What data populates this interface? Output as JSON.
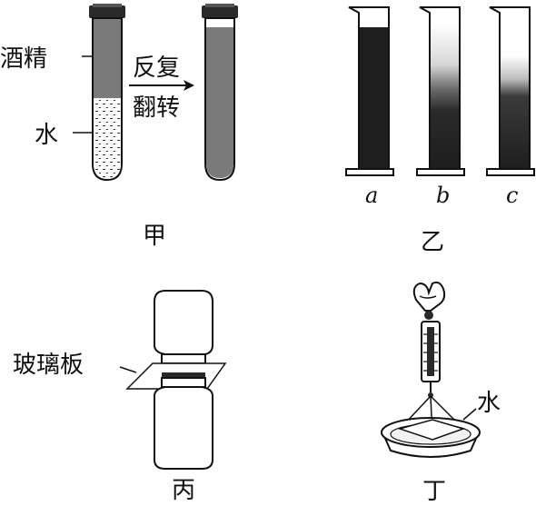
{
  "panels": {
    "jia": {
      "caption": "甲",
      "label_alcohol": "酒精",
      "label_water": "水",
      "action_line1": "反复",
      "action_line2": "翻转"
    },
    "yi": {
      "caption": "乙",
      "cylinders": [
        "a",
        "b",
        "c"
      ]
    },
    "bing": {
      "caption": "丙",
      "label_glass_plate": "玻璃板"
    },
    "ding": {
      "caption": "丁",
      "label_water": "水"
    }
  },
  "colors": {
    "ink": "#111111",
    "dark_fill": "#2a2a2a",
    "mid_fill": "#777777",
    "paper": "#ffffff"
  }
}
